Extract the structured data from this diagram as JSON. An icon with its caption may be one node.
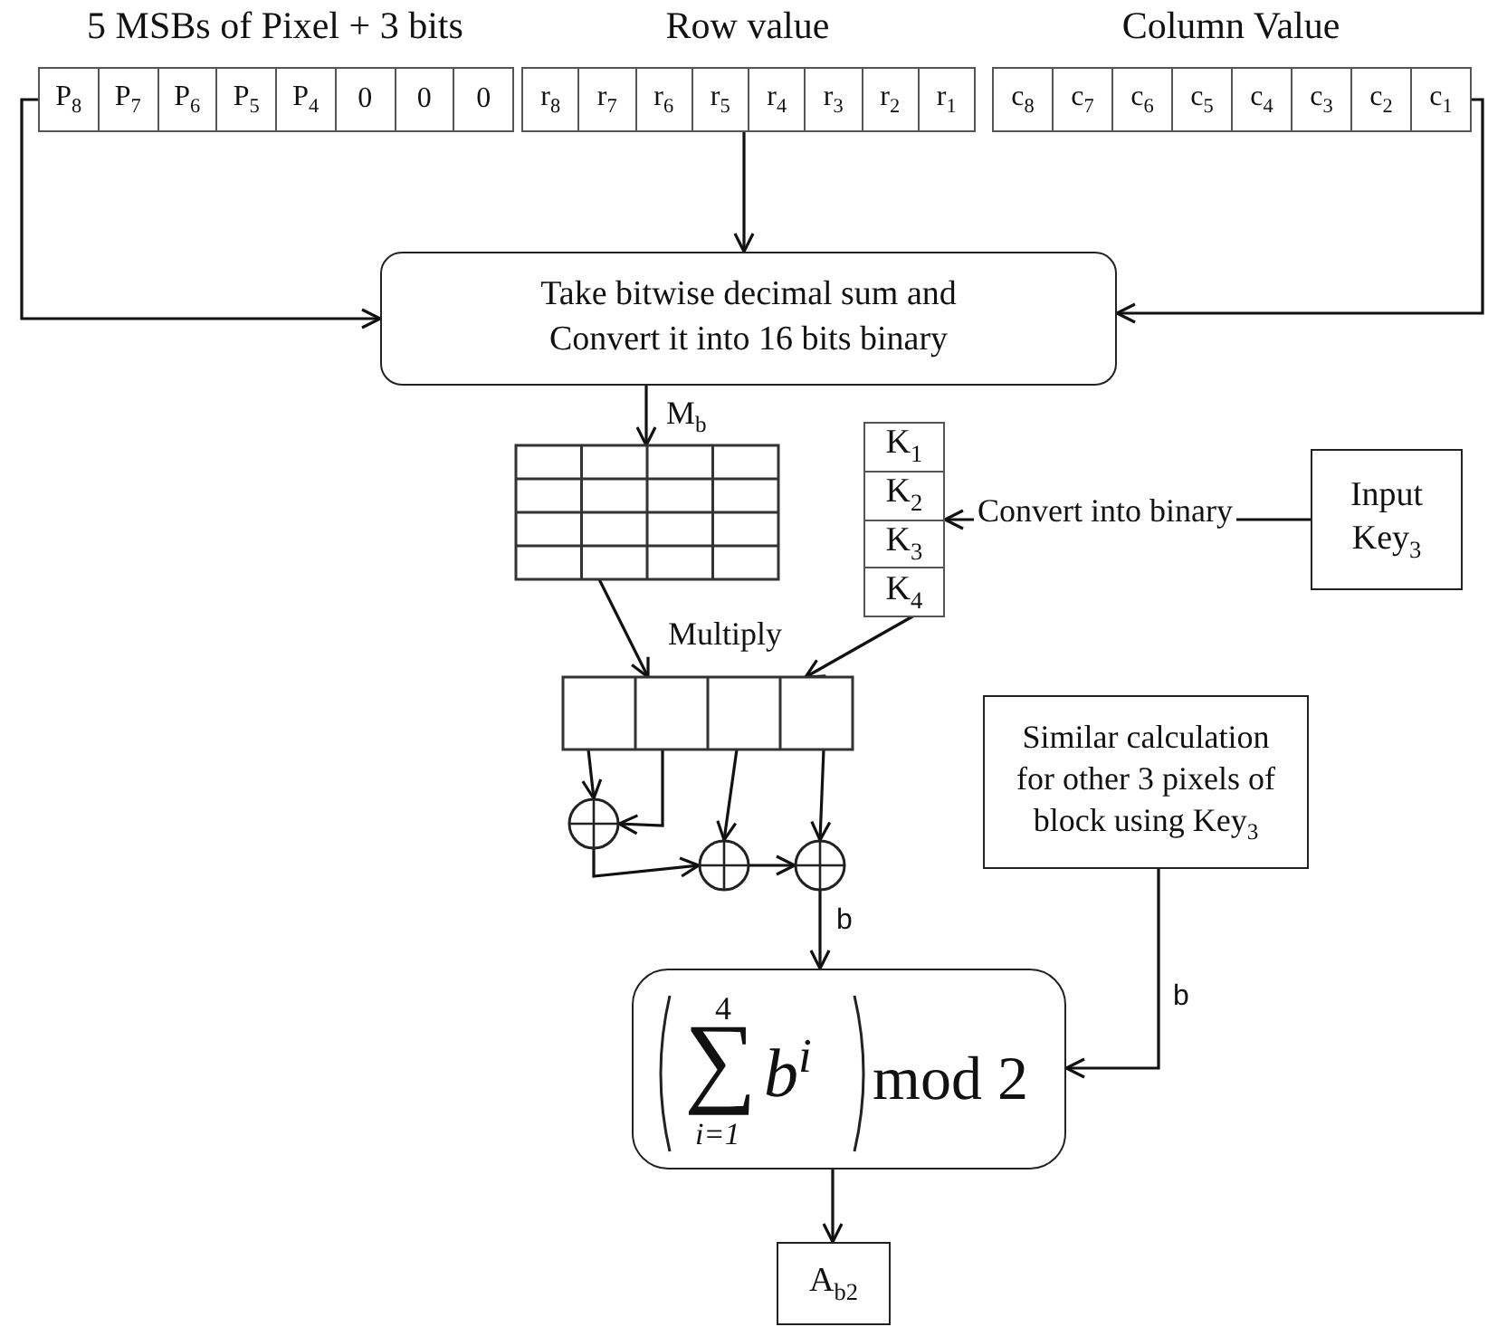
{
  "diagram": {
    "nodes": [
      {
        "text": [
          "5 MSBs of Pixel + 3 bits",
          "P$_{8}$",
          "P$_{7}$",
          "P$_{6}$",
          "P$_{5}$",
          "P$_{4}$",
          "0",
          "0",
          "0"
        ]
      },
      {
        "text": [
          "Row value",
          "r$_{8}$",
          "r$_{7}$",
          "r$_{6}$",
          "r$_{5}$",
          "r$_{4}$",
          "r$_{3}$",
          "r$_{2}$",
          "r$_{1}$"
        ]
      },
      {
        "text": [
          "Column Value",
          "c$_{8}$",
          "c$_{7}$",
          "c$_{6}$",
          "c$_{5}$",
          "c$_{4}$",
          "c$_{3}$",
          "c$_{2}$",
          "c$_{1}$"
        ]
      },
      {
        "text": [
          "Take bitwise decimal sum and Convert it into 16 bits binary"
        ]
      },
      {
        "text": [],
        "shape": "grid"
      },
      {
        "text": [
          "K$_{1}$",
          "K$_{2}$",
          "K$_{3}$",
          "K$_{4}$"
        ]
      },
      {
        "text": [
          "Input Key$_{3}$"
        ]
      },
      {
        "text": [],
        "shape": "grid"
      },
      {
        "text": [],
        "shape": "circle"
      },
      {
        "text": [],
        "shape": "circle"
      },
      {
        "text": [],
        "shape": "circle"
      },
      {
        "text": [
          "Similar calculation for other 3 pixels of block using Key$_{3}$"
        ]
      },
      {
        "text": [
          "4",
          "∑",
          "i=1",
          "b$^{i}$",
          "mod  2"
        ]
      },
      {
        "text": [
          "A$_{b2}$"
        ]
      }
    ],
    "edges": [
      {
        "from": 0,
        "to": 3,
        "arrow": "to"
      },
      {
        "from": 1,
        "to": 3,
        "arrow": "to"
      },
      {
        "from": 2,
        "to": 3,
        "arrow": "to"
      },
      {
        "from": 3,
        "to": 4,
        "arrow": "to",
        "label": "M$_{b}$"
      },
      {
        "from": 6,
        "to": 5,
        "arrow": "to",
        "label": "Convert into binary"
      },
      {
        "from": 4,
        "to": 7,
        "arrow": "to"
      },
      {
        "from": 5,
        "to": 7,
        "arrow": "to"
      },
      {
        "from": 7,
        "to": 8,
        "arrow": "to"
      },
      {
        "from": 7,
        "to": 8,
        "arrow": "to"
      },
      {
        "from": 7,
        "to": 9,
        "arrow": "to"
      },
      {
        "from": 7,
        "to": 10,
        "arrow": "to"
      },
      {
        "from": 8,
        "to": 9,
        "arrow": "to"
      },
      {
        "from": 9,
        "to": 10,
        "arrow": "to"
      },
      {
        "from": 10,
        "to": 12,
        "arrow": "to",
        "label": "b"
      },
      {
        "from": 11,
        "to": 12,
        "arrow": "to",
        "label": "b"
      },
      {
        "from": 12,
        "to": 13,
        "arrow": "to"
      }
    ],
    "labels": [
      "Multiply"
    ]
  }
}
